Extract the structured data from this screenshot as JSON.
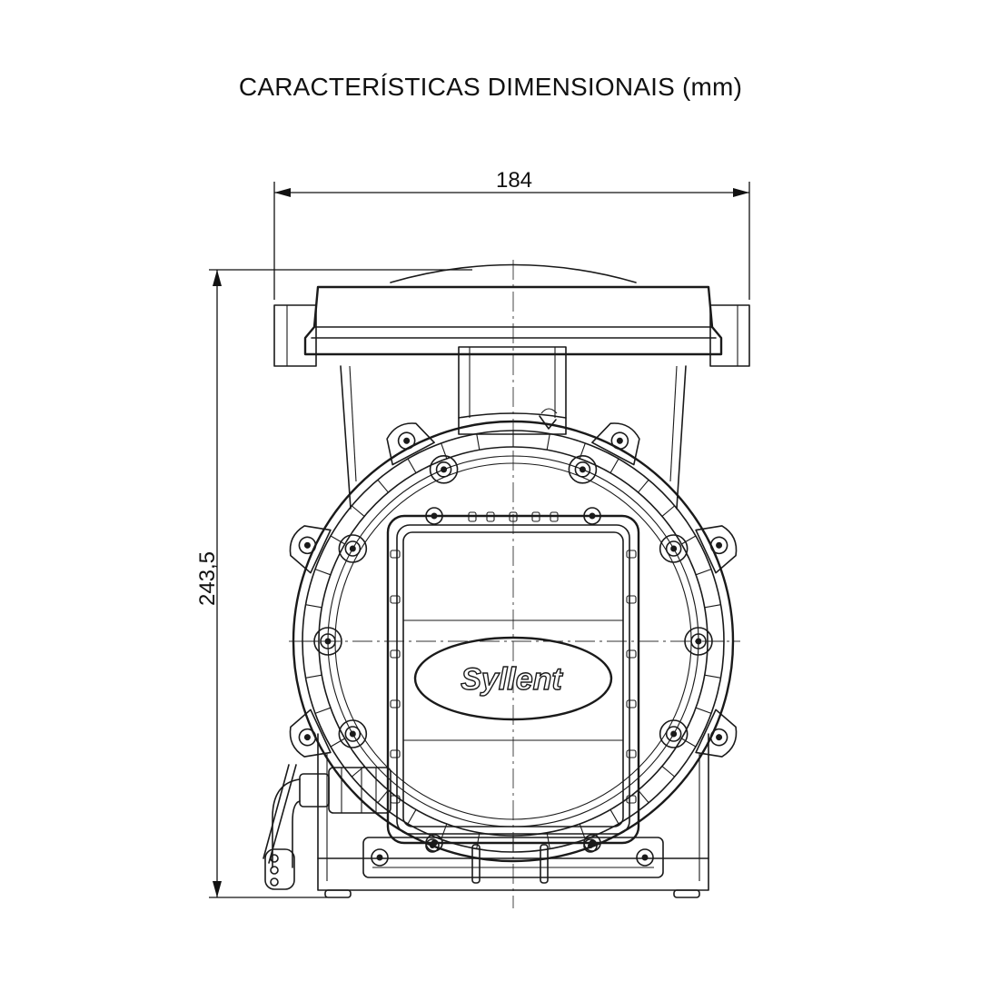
{
  "title": "CARACTERÍSTICAS DIMENSIONAIS (mm)",
  "dimensions": {
    "width_label": "184",
    "height_label": "243,5"
  },
  "brand": "Syllent"
}
